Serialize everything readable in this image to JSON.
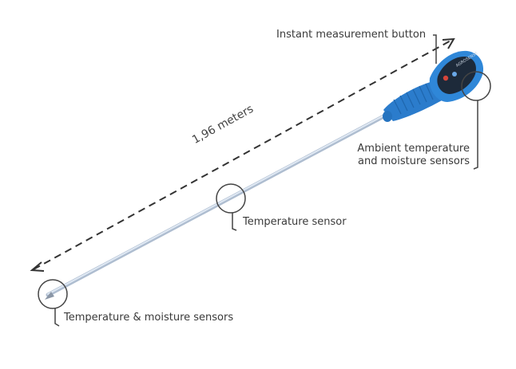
{
  "labels": {
    "button": "Instant measurement button",
    "ambient_line1": "Ambient temperature",
    "ambient_line2": "and moisture sensors",
    "temp_sensor": "Temperature sensor",
    "tip_sensors": "Temperature & moisture sensors",
    "length": "1,96 meters"
  },
  "device": {
    "brand_text": "AGROSENSE"
  },
  "colors": {
    "body_blue": "#2f87d8",
    "shaft": "#c9d6e6",
    "faceplate": "#1d2a3a",
    "button_red": "#d6453a",
    "callout_line": "#444444"
  }
}
